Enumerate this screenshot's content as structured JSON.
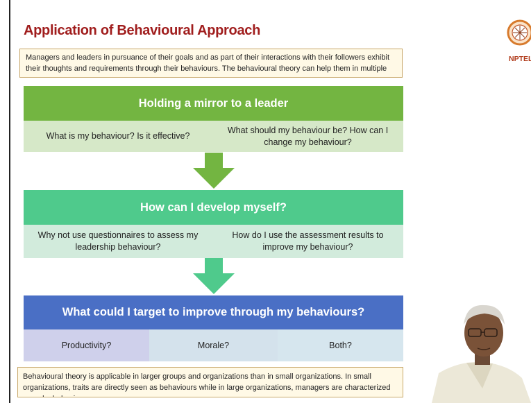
{
  "slide": {
    "title": "Application of Behavioural Approach",
    "intro": "Managers and leaders in pursuance of their goals and as part of their interactions with their followers exhibit their thoughts and requirements through their behaviours. The behavioural theory can help them in multiple ways.",
    "section1": {
      "heading": "Holding a mirror to a leader",
      "left": "What is my behaviour? Is it effective?",
      "right": "What should my behaviour be? How can I change my behaviour?"
    },
    "section2": {
      "heading": "How can I develop myself?",
      "left": "Why not use questionnaires to assess my leadership behaviour?",
      "right": "How do I use the assessment results to improve my behaviour?"
    },
    "section3": {
      "heading": "What could I target to improve through my behaviours?",
      "options": [
        "Productivity?",
        "Morale?",
        "Both?"
      ]
    },
    "footer": "Behavioural theory is applicable in larger groups and organizations than in small organizations. In small organizations, traits are directly seen as behaviours while in large organizations, managers are characterized more by behaviours."
  },
  "logo": {
    "text": "NPTEL"
  },
  "colors": {
    "title": "#a01d1d",
    "section1_band": "#73b541",
    "section1_sub": "#d6e8c8",
    "section2_band": "#4fca8c",
    "section2_sub": "#d2ebdc",
    "section3_band": "#4a6fc5",
    "section3_sub_left": "#cfd0eb",
    "section3_sub_mid": "#d4e2ec",
    "section3_sub_right": "#d6e6ee"
  }
}
